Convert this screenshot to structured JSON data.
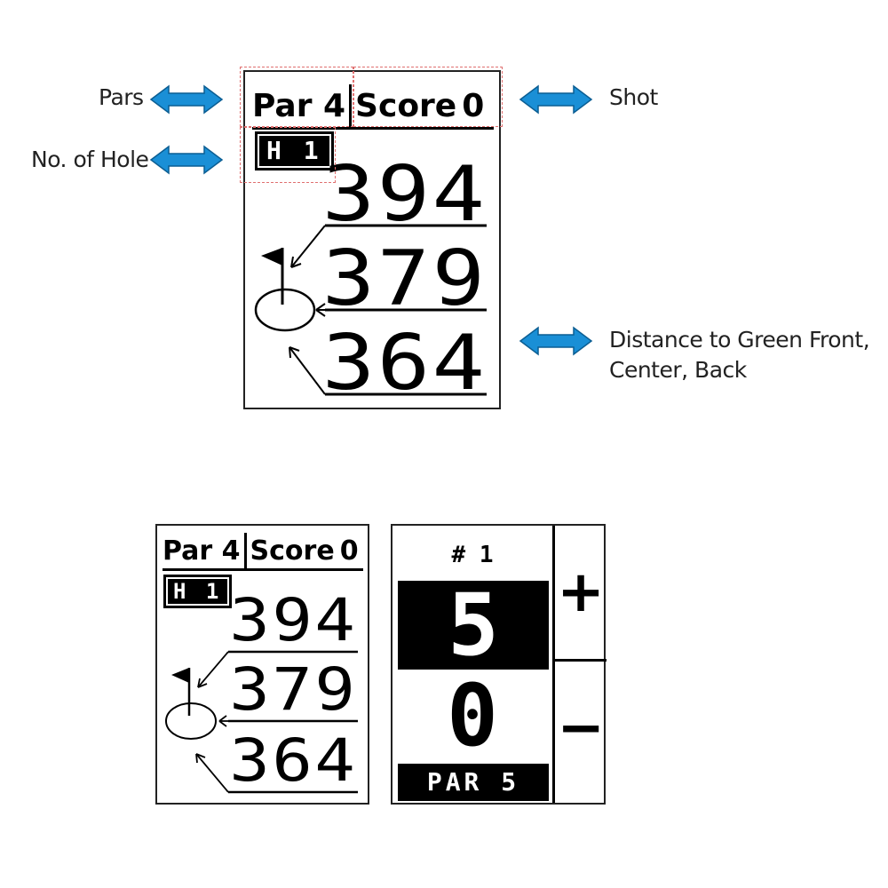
{
  "callouts": {
    "pars": "Pars",
    "hole_no": "No. of Hole",
    "shot": "Shot",
    "distance_lines": [
      "Distance to Green Front,",
      "Center, Back"
    ]
  },
  "gps_screen": {
    "par_label": "Par 4",
    "score_label": "Score",
    "score_value": "0",
    "hole_label": "H 1",
    "distances": {
      "back": "394",
      "center": "379",
      "front": "364"
    }
  },
  "score_screen": {
    "hole_number": "# 1",
    "strokes": "5",
    "putts": "0",
    "par": "PAR 5",
    "plus": "+",
    "minus": "−"
  },
  "colors": {
    "arrow": "#1a8fd6",
    "arrow_outline": "#0b5e93",
    "dash_highlight": "#e07070"
  }
}
